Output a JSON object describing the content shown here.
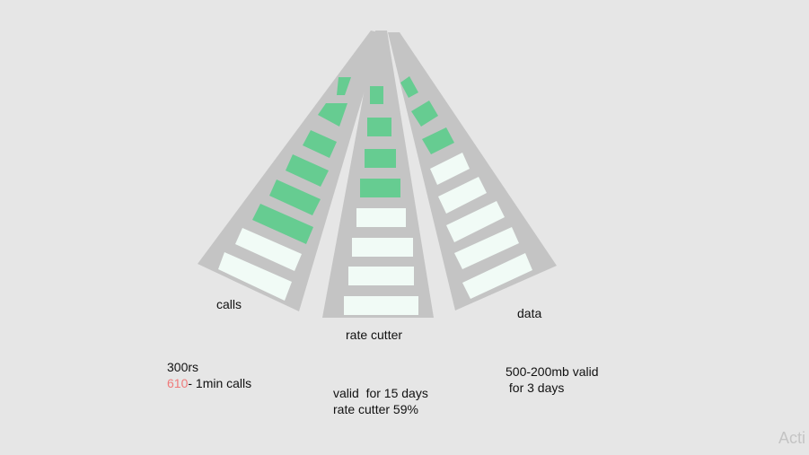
{
  "colors": {
    "background": "#e6e6e6",
    "track": "#c4c4c4",
    "filled_bar": "#66cc91",
    "empty_bar": "#f1fbf6"
  },
  "labels": {
    "calls": "calls",
    "rate_cutter": "rate cutter",
    "data": "data"
  },
  "notes": {
    "calls_line1": "300rs",
    "calls_highlight": "610",
    "calls_line2_rest": "- 1min calls",
    "rate_line1": "valid  for 15 days",
    "rate_line2": "rate cutter 59%",
    "data_line1": "500-200mb valid",
    "data_line2": " for 3 days"
  },
  "tracks": [
    {
      "name": "calls",
      "bars_total": 8,
      "bars_filled": 6
    },
    {
      "name": "rate cutter",
      "bars_total": 8,
      "bars_filled": 4
    },
    {
      "name": "data",
      "bars_total": 8,
      "bars_filled": 3
    }
  ],
  "watermark": "Acti"
}
